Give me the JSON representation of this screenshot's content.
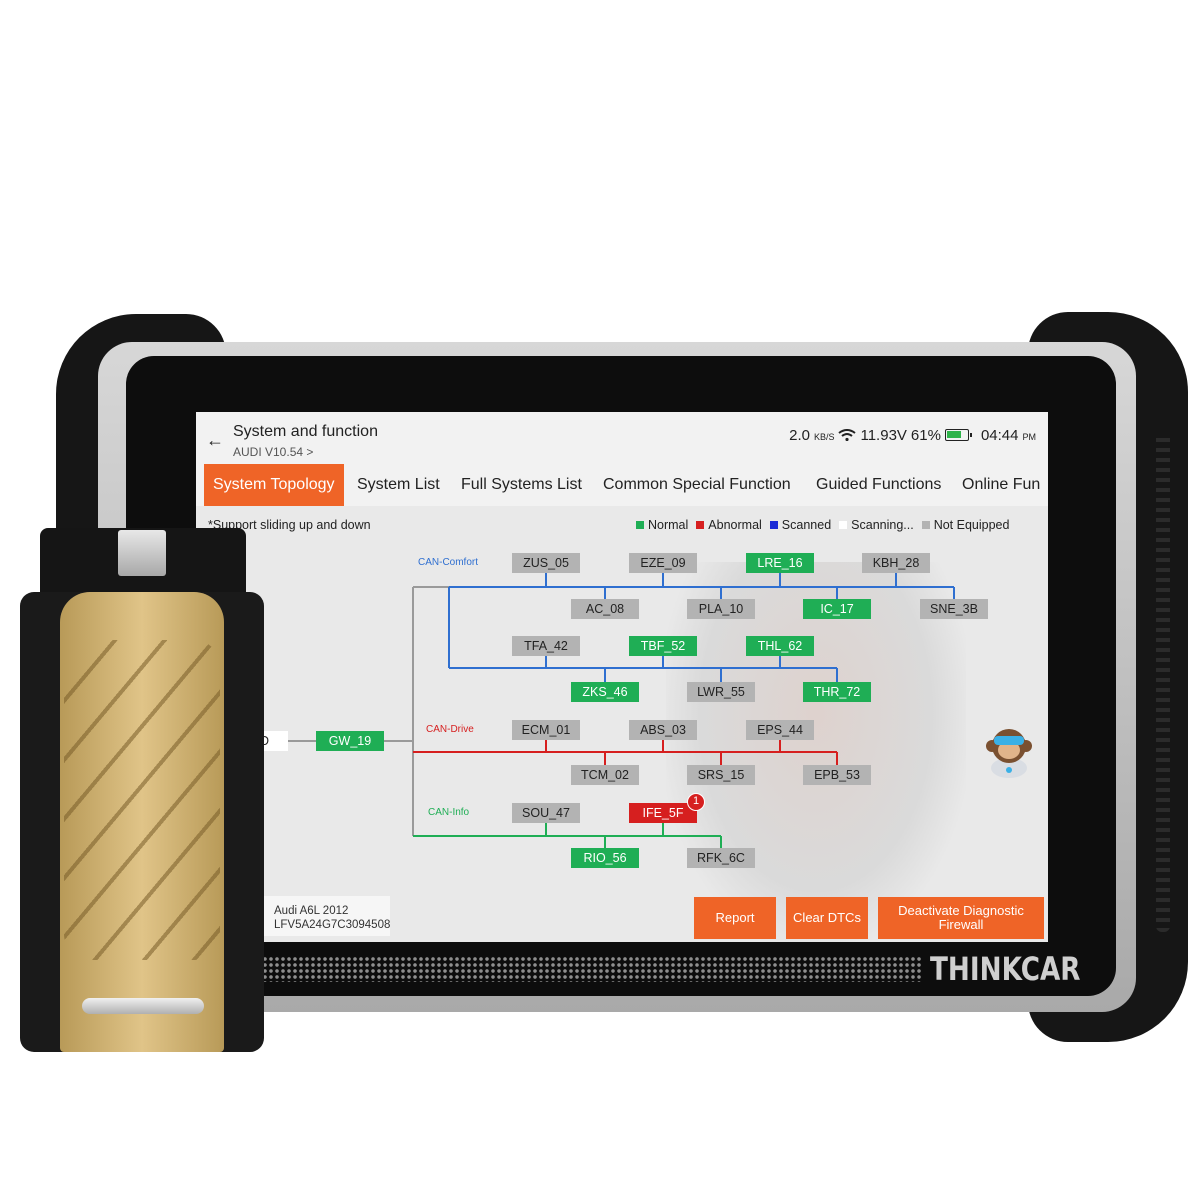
{
  "header": {
    "title": "System and function",
    "subtitle": "AUDI V10.54 >",
    "speed_value": "2.0",
    "speed_unit": "KB/S",
    "voltage": "11.93V",
    "battery": "61%",
    "time": "04:44",
    "ampm": "PM"
  },
  "tabs": [
    {
      "label": "System Topology",
      "active": true
    },
    {
      "label": "System List"
    },
    {
      "label": "Full Systems List"
    },
    {
      "label": "Common Special Function"
    },
    {
      "label": "Guided Functions"
    },
    {
      "label": "Online Fun"
    }
  ],
  "hint": "*Support sliding up and down",
  "legend": [
    {
      "label": "Normal",
      "color": "#1fae55"
    },
    {
      "label": "Abnormal",
      "color": "#d61f1f"
    },
    {
      "label": "Scanned",
      "color": "#1a2bd6"
    },
    {
      "label": "Scanning...",
      "color": "#ffffff"
    },
    {
      "label": "Not Equipped",
      "color": "#b3b3b3"
    }
  ],
  "buses": {
    "comfort": "CAN-Comfort",
    "drive": "CAN-Drive",
    "info": "CAN-Info"
  },
  "bus_colors": {
    "comfort": "#2f6fd0",
    "drive": "#d61f1f",
    "info": "#1fae55",
    "trunk": "#9a9a9a"
  },
  "nodes": {
    "d": "D",
    "gw_19": "GW_19",
    "zus_05": "ZUS_05",
    "eze_09": "EZE_09",
    "lre_16": "LRE_16",
    "kbh_28": "KBH_28",
    "ac_08": "AC_08",
    "pla_10": "PLA_10",
    "ic_17": "IC_17",
    "sne_3b": "SNE_3B",
    "tfa_42": "TFA_42",
    "tbf_52": "TBF_52",
    "thl_62": "THL_62",
    "zks_46": "ZKS_46",
    "lwr_55": "LWR_55",
    "thr_72": "THR_72",
    "ecm_01": "ECM_01",
    "abs_03": "ABS_03",
    "eps_44": "EPS_44",
    "tcm_02": "TCM_02",
    "srs_15": "SRS_15",
    "epb_53": "EPB_53",
    "sou_47": "SOU_47",
    "ife_5f": "IFE_5F",
    "ife_badge": "1",
    "rio_56": "RIO_56",
    "rfk_6c": "RFK_6C"
  },
  "vehicle": {
    "model": "Audi  A6L 2012",
    "vin": "LFV5A24G7C3094508"
  },
  "actions": {
    "report": "Report",
    "clear": "Clear DTCs",
    "firewall": "Deactivate Diagnostic Firewall"
  },
  "brand": "THINKCAR",
  "accent_color": "#ef6427"
}
